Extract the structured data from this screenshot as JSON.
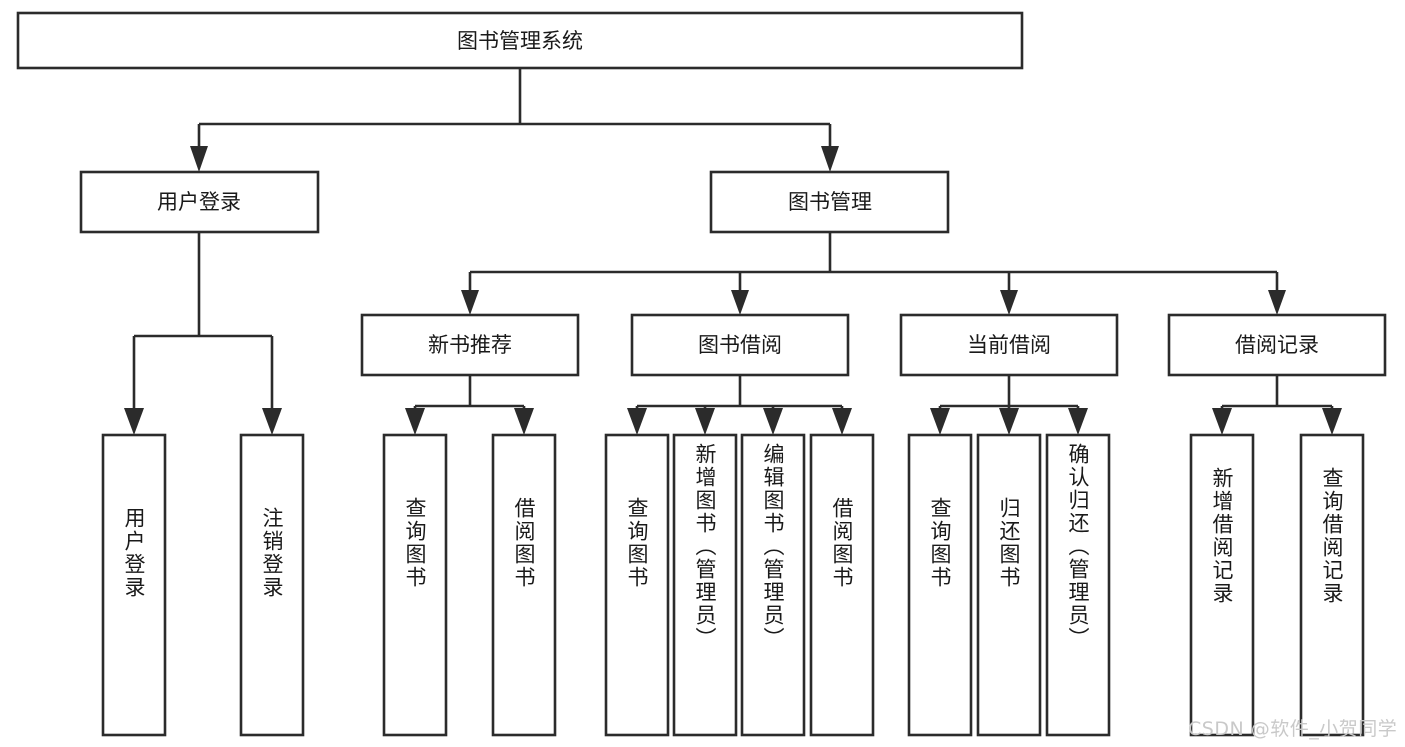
{
  "diagram": {
    "title": "图书管理系统",
    "type": "tree",
    "watermark": "CSDN @软件_小贺同学",
    "colors": {
      "stroke": "#2b2b2b",
      "fill": "#ffffff",
      "text": "#1a1a1a",
      "watermark": "#c9c9c9",
      "background": "#ffffff"
    },
    "root": {
      "label": "图书管理系统"
    },
    "level2": [
      {
        "label": "用户登录"
      },
      {
        "label": "图书管理"
      }
    ],
    "level3": [
      {
        "label": "新书推荐"
      },
      {
        "label": "图书借阅"
      },
      {
        "label": "当前借阅"
      },
      {
        "label": "借阅记录"
      }
    ],
    "leaves": {
      "user_login": [
        {
          "label": "用户登录"
        },
        {
          "label": "注销登录"
        }
      ],
      "new_book": [
        {
          "label": "查询图书"
        },
        {
          "label": "借阅图书"
        }
      ],
      "book_borrow": [
        {
          "label": "查询图书"
        },
        {
          "label": "新增图书（管理员）"
        },
        {
          "label": "编辑图书（管理员）"
        },
        {
          "label": "借阅图书"
        }
      ],
      "current_borrow": [
        {
          "label": "查询图书"
        },
        {
          "label": "归还图书"
        },
        {
          "label": "确认归还（管理员）"
        }
      ],
      "borrow_record": [
        {
          "label": "新增借阅记录"
        },
        {
          "label": "查询借阅记录"
        }
      ]
    }
  }
}
